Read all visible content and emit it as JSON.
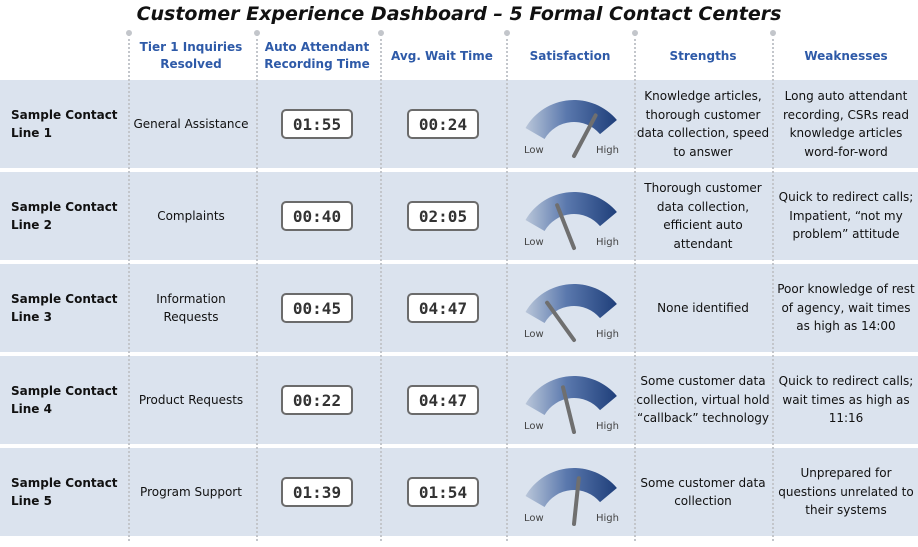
{
  "title": "Customer Experience Dashboard – 5 Formal Contact Centers",
  "columns": {
    "tier1": "Tier 1 Inquiries Resolved",
    "auto_attendant": "Auto Attendant Recording Time",
    "wait": "Avg. Wait Time",
    "satisfaction": "Satisfaction",
    "strengths": "Strengths",
    "weaknesses": "Weaknesses"
  },
  "gauge_labels": {
    "low": "Low",
    "high": "High"
  },
  "rows": [
    {
      "name": "Sample Contact Line 1",
      "tier1": "General Assistance",
      "auto_attendant": "01:55",
      "wait": "00:24",
      "satisfaction_level": 0.8,
      "strengths": "Knowledge articles, thorough customer data collection, speed to answer",
      "weaknesses": "Long auto attendant recording, CSRs read knowledge articles word-for-word"
    },
    {
      "name": "Sample Contact Line 2",
      "tier1": "Complaints",
      "auto_attendant": "00:40",
      "wait": "02:05",
      "satisfaction_level": 0.35,
      "strengths": "Thorough customer data collection, efficient auto attendant",
      "weaknesses": "Quick to redirect calls; Impatient, “not my problem” attitude"
    },
    {
      "name": "Sample Contact Line 3",
      "tier1": "Information Requests",
      "auto_attendant": "00:45",
      "wait": "04:47",
      "satisfaction_level": 0.22,
      "strengths": "None identified",
      "weaknesses": "Poor knowledge of rest of agency, wait times as high as 14:00"
    },
    {
      "name": "Sample Contact Line 4",
      "tier1": "Product Requests",
      "auto_attendant": "00:22",
      "wait": "04:47",
      "satisfaction_level": 0.42,
      "strengths": "Some customer data collection, virtual hold “callback” technology",
      "weaknesses": "Quick to redirect calls; wait times as high as 11:16"
    },
    {
      "name": "Sample Contact Line 5",
      "tier1": "Program Support",
      "auto_attendant": "01:39",
      "wait": "01:54",
      "satisfaction_level": 0.6,
      "strengths": "Some customer data collection",
      "weaknesses": "Unprepared for questions unrelated to their systems"
    }
  ],
  "chart_data": {
    "type": "table",
    "title": "Customer Experience Dashboard – 5 Formal Contact Centers",
    "columns": [
      "",
      "Tier 1 Inquiries Resolved",
      "Auto Attendant Recording Time",
      "Avg. Wait Time",
      "Satisfaction",
      "Strengths",
      "Weaknesses"
    ],
    "row_labels": [
      "Sample Contact Line 1",
      "Sample Contact Line 2",
      "Sample Contact Line 3",
      "Sample Contact Line 4",
      "Sample Contact Line 5"
    ],
    "auto_attendant_times": [
      "01:55",
      "00:40",
      "00:45",
      "00:22",
      "01:39"
    ],
    "wait_times": [
      "00:24",
      "02:05",
      "04:47",
      "04:47",
      "01:54"
    ],
    "satisfaction_levels": [
      0.8,
      0.35,
      0.22,
      0.42,
      0.6
    ]
  },
  "colors": {
    "row_band": "#dbe3ee",
    "header_text": "#2e5aa8",
    "gauge_dark": "#1f3f7a",
    "gauge_light": "#b9c6d9",
    "needle": "#6f6f6f"
  }
}
